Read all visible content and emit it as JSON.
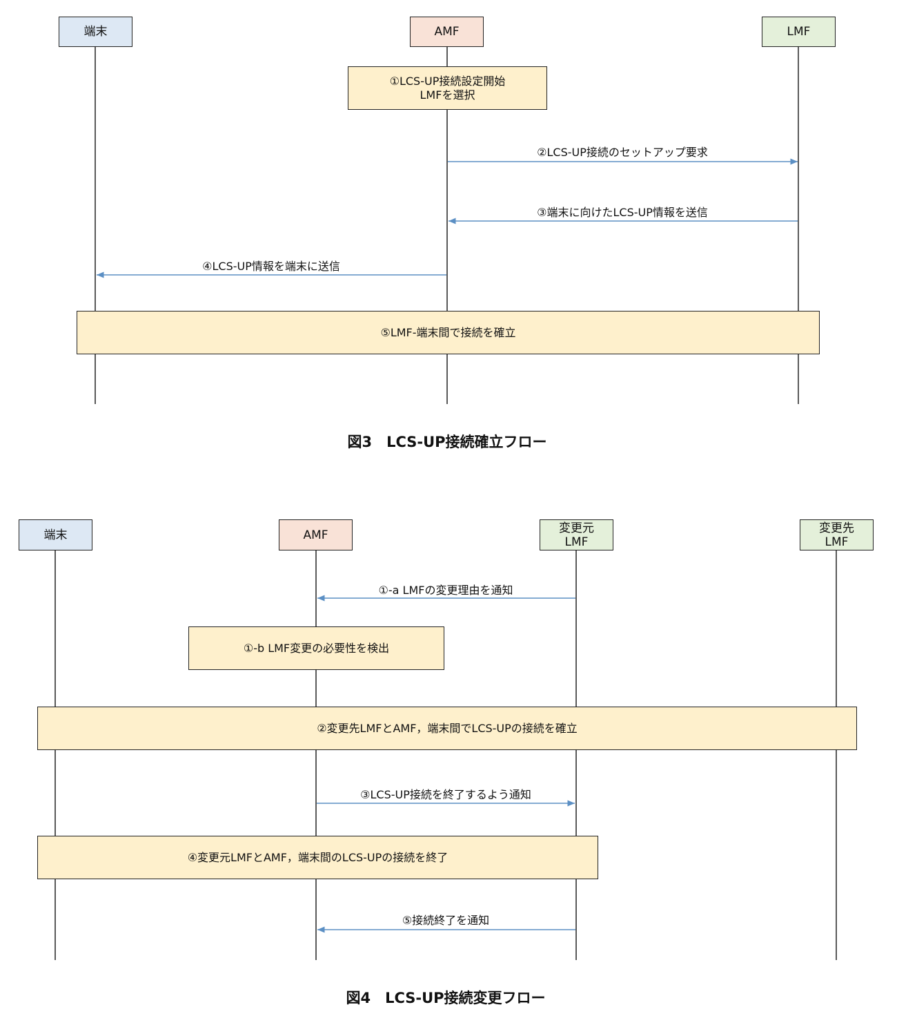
{
  "colors": {
    "terminal": "#dde8f4",
    "amf": "#f9e2d7",
    "lmf": "#e4f0da",
    "note": "#fef0cc",
    "arrow": "#5b8fc4"
  },
  "fig3": {
    "participants": [
      "端末",
      "AMF",
      "LMF"
    ],
    "steps": {
      "s1": "①LCS-UP接続設定開始\nLMFを選択",
      "s2": "②LCS-UP接続のセットアップ要求",
      "s3": "③端末に向けたLCS-UP情報を送信",
      "s4": "④LCS-UP情報を端末に送信",
      "s5": "⑤LMF-端末間で接続を確立"
    },
    "caption": "図3　LCS-UP接続確立フロー"
  },
  "fig4": {
    "participants": [
      "端末",
      "AMF",
      "変更元\nLMF",
      "変更先\nLMF"
    ],
    "steps": {
      "s1a": "①-a LMFの変更理由を通知",
      "s1b": "①-b LMF変更の必要性を検出",
      "s2": "②変更先LMFとAMF，端末間でLCS-UPの接続を確立",
      "s3": "③LCS-UP接続を終了するよう通知",
      "s4": "④変更元LMFとAMF，端末間のLCS-UPの接続を終了",
      "s5": "⑤接続終了を通知"
    },
    "caption": "図4　LCS-UP接続変更フロー"
  }
}
